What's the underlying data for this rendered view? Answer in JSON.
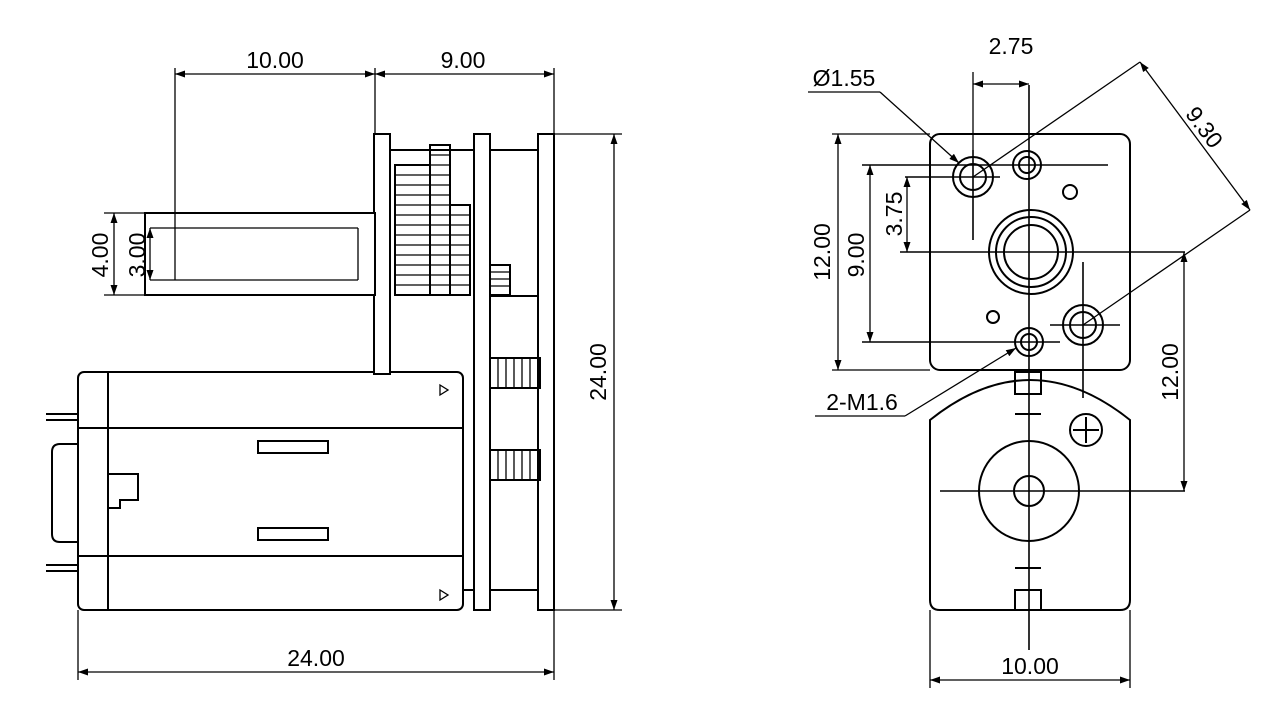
{
  "dimensions": {
    "side_shaft_length": "10.00",
    "side_gearbox_length": "9.00",
    "side_outer_diameter": "4.00",
    "side_shaft_diameter": "3.00",
    "side_height": "24.00",
    "side_overall_length": "24.00",
    "front_hole_spacing_x": "2.75",
    "front_hole_diameter": "Ø1.55",
    "front_diagonal": "9.30",
    "front_inner_height": "3.75",
    "front_plate_height": "12.00",
    "front_hole_spacing_y": "9.00",
    "front_thread": "2-M1.6",
    "front_motor_offset": "12.00",
    "front_width": "10.00"
  }
}
